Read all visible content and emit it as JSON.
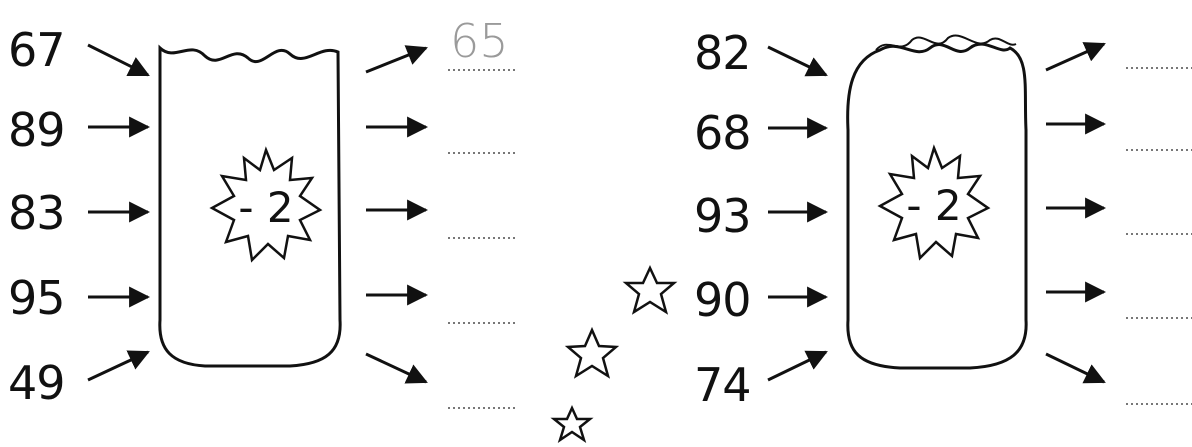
{
  "machines": [
    {
      "inputs": [
        "67",
        "89",
        "83",
        "95",
        "49"
      ],
      "operation": "- 2",
      "outputs": [
        "65",
        "",
        "",
        "",
        ""
      ]
    },
    {
      "inputs": [
        "82",
        "68",
        "93",
        "90",
        "74"
      ],
      "operation": "- 2",
      "outputs": [
        "",
        "",
        "",
        "",
        ""
      ]
    }
  ]
}
